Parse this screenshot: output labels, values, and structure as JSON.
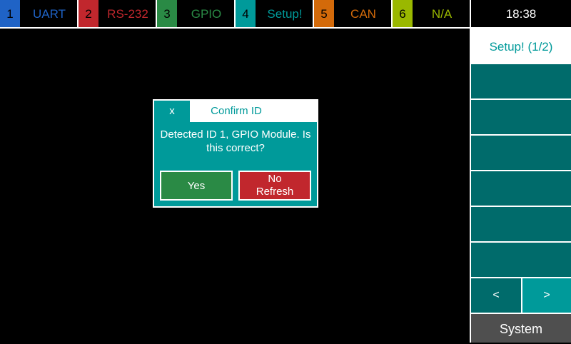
{
  "colors": {
    "uart": "#1f63c6",
    "rs232": "#c1272d",
    "gpio": "#2a8a45",
    "setup": "#009a9a",
    "can": "#d36a0a",
    "na": "#9ab800",
    "sidebar_button": "#006b6b",
    "nav_button": "#009a9a",
    "system_button": "#4f4f4f",
    "dialog_bg": "#009a9a",
    "yes_button": "#2a8a45",
    "no_button": "#c1272d"
  },
  "tabs": [
    {
      "number": "1",
      "label": "UART",
      "color": "#1f63c6"
    },
    {
      "number": "2",
      "label": "RS-232",
      "color": "#c1272d"
    },
    {
      "number": "3",
      "label": "GPIO",
      "color": "#2a8a45"
    },
    {
      "number": "4",
      "label": "Setup!",
      "color": "#009a9a"
    },
    {
      "number": "5",
      "label": "CAN",
      "color": "#d36a0a"
    },
    {
      "number": "6",
      "label": "N/A",
      "color": "#9ab800"
    }
  ],
  "clock": "18:38",
  "sidebar": {
    "title": "Setup! (1/2)",
    "buttons": [
      "",
      "",
      "",
      "",
      "",
      ""
    ],
    "prev_label": "<",
    "next_label": ">",
    "system_label": "System"
  },
  "dialog": {
    "close_label": "x",
    "title": "Confirm ID",
    "message": "Detected ID 1, GPIO Module. Is this correct?",
    "yes_label": "Yes",
    "no_label_line1": "No",
    "no_label_line2": "Refresh"
  }
}
